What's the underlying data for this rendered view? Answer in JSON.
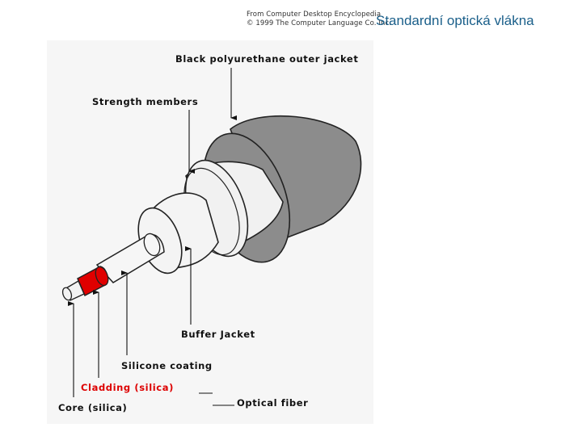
{
  "header": {
    "credit_line1": "From Computer Desktop Encyclopedia",
    "credit_line2": "© 1999 The Computer Language Co. Inc.",
    "slide_title": "Standardní optická vlákna"
  },
  "diagram": {
    "labels": {
      "outer_jacket": "Black polyurethane outer jacket",
      "strength_members": "Strength members",
      "buffer_jacket": "Buffer Jacket",
      "silicone_coating": "Silicone coating",
      "cladding": "Cladding (silica)",
      "core": "Core (silica)",
      "optical_fiber": "Optical fiber"
    },
    "colors": {
      "outer_jacket": "#8c8c8c",
      "cladding_label": "#dd0000",
      "cladding": "#e00000",
      "line": "#111111"
    }
  }
}
